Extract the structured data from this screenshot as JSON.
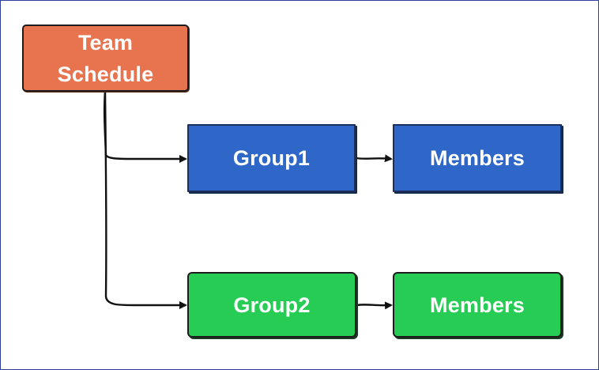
{
  "nodes": {
    "root": "Team\nSchedule",
    "group1": "Group1",
    "members1": "Members",
    "group2": "Group2",
    "members2": "Members"
  },
  "colors": {
    "root": "#e8734f",
    "group1": "#2f67c9",
    "members1": "#2f67c9",
    "group2": "#27cc55",
    "members2": "#27cc55",
    "frame_border": "#2f3f9f",
    "edge": "#111111"
  },
  "edges": [
    {
      "from": "root",
      "to": "group1"
    },
    {
      "from": "root",
      "to": "group2"
    },
    {
      "from": "group1",
      "to": "members1"
    },
    {
      "from": "group2",
      "to": "members2"
    }
  ]
}
